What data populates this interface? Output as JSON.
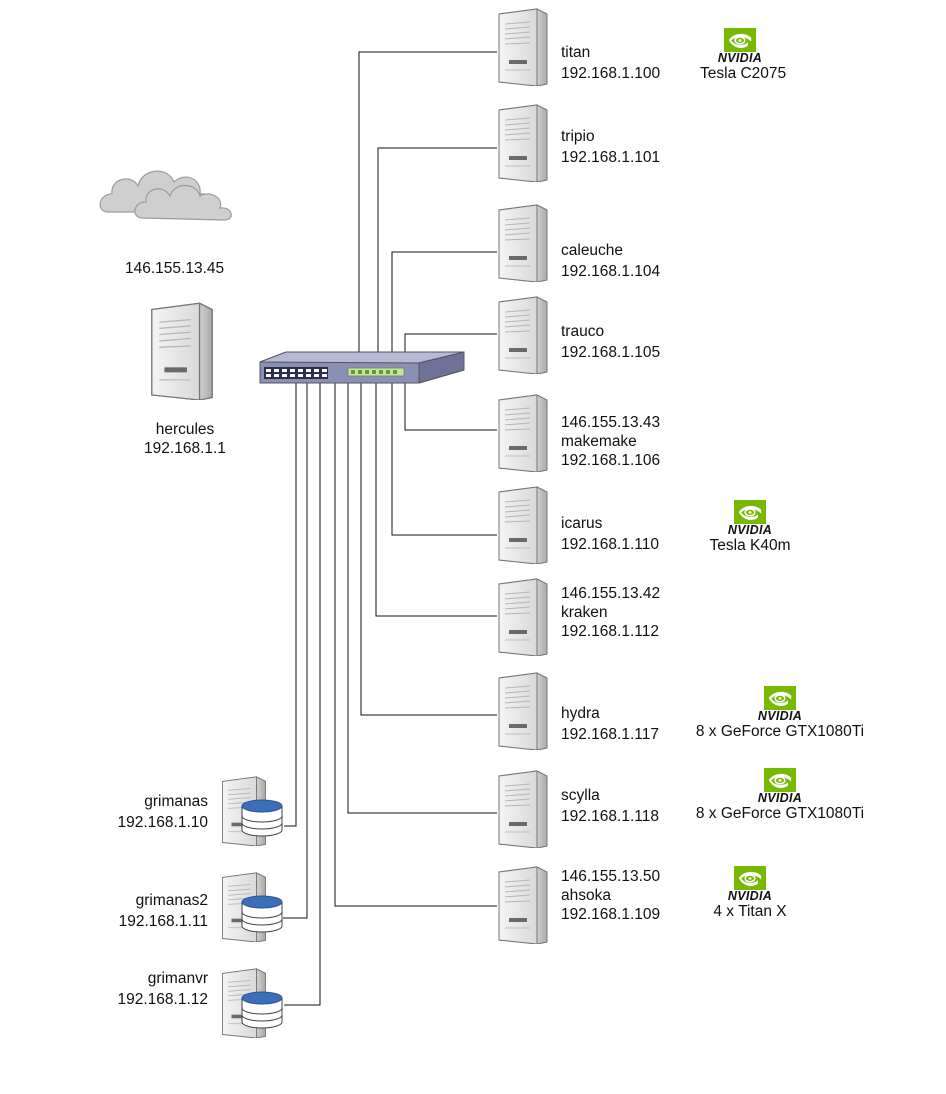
{
  "gateway": {
    "cloud_ip": "146.155.13.45",
    "name": "hercules",
    "ip": "192.168.1.1"
  },
  "servers": [
    {
      "name": "titan",
      "ip": "192.168.1.100",
      "gpu": "Tesla C2075"
    },
    {
      "name": "tripio",
      "ip": "192.168.1.101"
    },
    {
      "name": "caleuche",
      "ip": "192.168.1.104"
    },
    {
      "name": "trauco",
      "ip": "192.168.1.105"
    },
    {
      "public_ip": "146.155.13.43",
      "name": "makemake",
      "ip": "192.168.1.106"
    },
    {
      "name": "icarus",
      "ip": "192.168.1.110",
      "gpu": "Tesla K40m"
    },
    {
      "public_ip": "146.155.13.42",
      "name": "kraken",
      "ip": "192.168.1.112"
    },
    {
      "name": "hydra",
      "ip": "192.168.1.117",
      "gpu": "8 x GeForce GTX1080Ti"
    },
    {
      "name": "scylla",
      "ip": "192.168.1.118",
      "gpu": "8 x GeForce GTX1080Ti"
    },
    {
      "public_ip": "146.155.13.50",
      "name": "ahsoka",
      "ip": "192.168.1.109",
      "gpu": "4 x Titan X"
    }
  ],
  "storage": [
    {
      "name": "grimanas",
      "ip": "192.168.1.10"
    },
    {
      "name": "grimanas2",
      "ip": "192.168.1.11"
    },
    {
      "name": "grimanvr",
      "ip": "192.168.1.12"
    }
  ],
  "gpu_brand": "NVIDIA",
  "colors": {
    "nvidia_green": "#76b900",
    "switch_body": "#8a8fb8",
    "disk_blue": "#3b6fb6",
    "cloud_grey": "#cfcfcf"
  },
  "icons": [
    "cloud-icon",
    "server-tower-icon",
    "network-switch-icon",
    "storage-server-icon",
    "nvidia-logo-icon"
  ]
}
